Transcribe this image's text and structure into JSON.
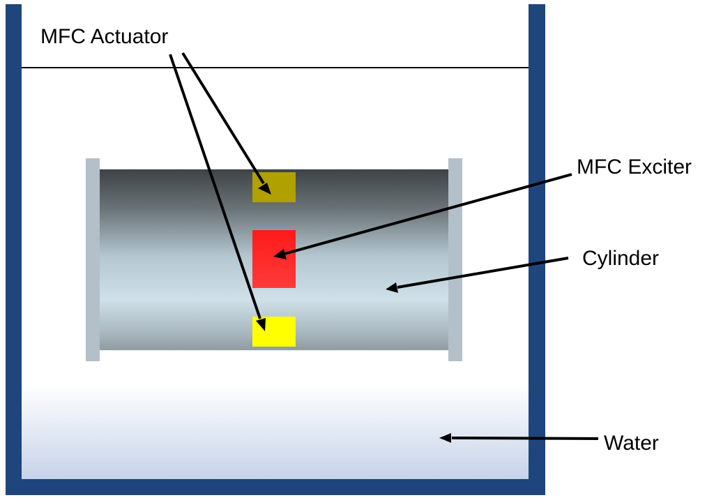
{
  "labels": {
    "actuator": "MFC Actuator",
    "exciter": "MFC Exciter",
    "cylinder": "Cylinder",
    "water": "Water"
  },
  "colors": {
    "tank_wall": "#1f467c",
    "water_bottom": "#c7d3e8",
    "flange": "#b3bfc9",
    "cylinder_top": "#3d4245",
    "cylinder_mid": "#cfe0e9",
    "actuator_top": "#b0a000",
    "actuator_bottom": "#ffff00",
    "exciter": "#ff2222",
    "line": "#000000"
  }
}
